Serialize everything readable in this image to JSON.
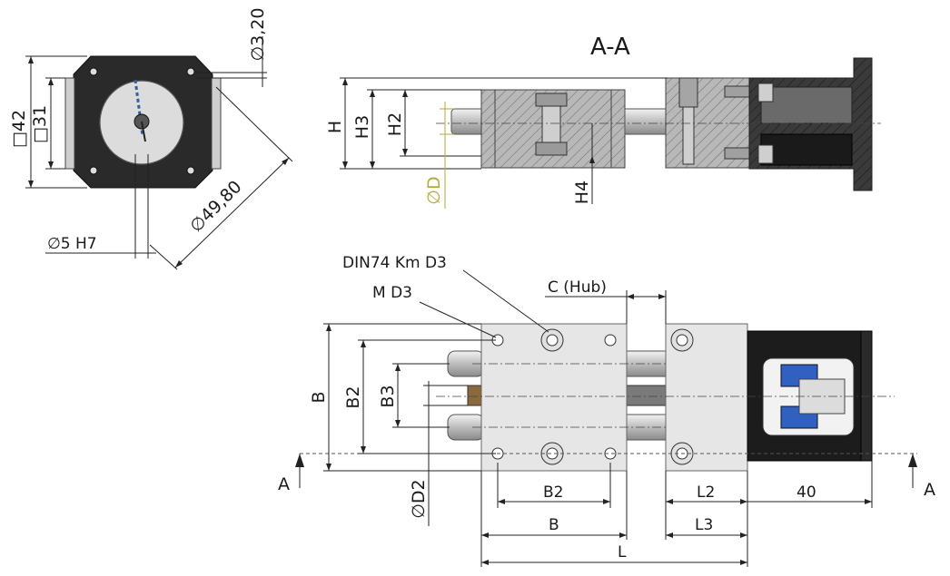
{
  "section_title": "A-A",
  "labels": {
    "square_42": "□42",
    "square_31": "□31",
    "dia_320": "∅3,20",
    "dia_5h7": "∅5 H7",
    "dia_4980": "∅49,80",
    "h": "H",
    "h3": "H3",
    "h2": "H2",
    "dia_d": "∅D",
    "h4": "H4",
    "din74": "DIN74 Km D3",
    "m_d3": "M D3",
    "c_hub": "C (Hub)",
    "b": "B",
    "b2": "B2",
    "b3": "B3",
    "dia_d2": "∅D2",
    "b2_bottom": "B2",
    "b_bottom": "B",
    "l2": "L2",
    "l3": "L3",
    "l": "L",
    "forty": "40",
    "a_left": "A",
    "a_right": "A"
  },
  "colors": {
    "dia_d_color": "#b5a93a"
  }
}
